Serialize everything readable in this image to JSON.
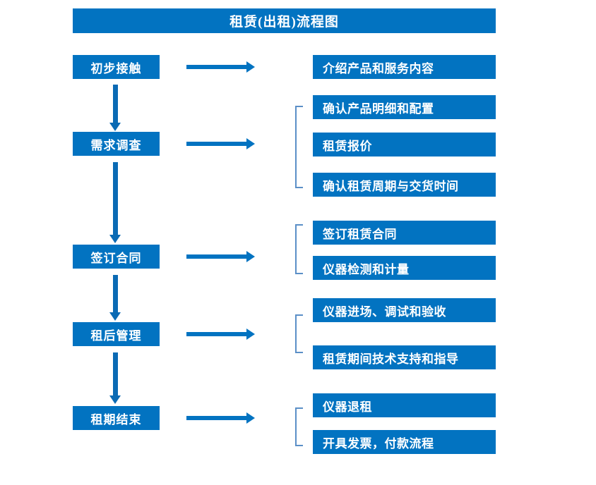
{
  "diagram": {
    "title": "租赁(出租)流程图",
    "accent_color": "#0273c1",
    "arrow_color": "#0a6ab4",
    "bracket_color": "#5b8fc7",
    "stages": [
      {
        "label": "初步接触"
      },
      {
        "label": "需求调查"
      },
      {
        "label": "签订合同"
      },
      {
        "label": "租后管理"
      },
      {
        "label": "租期结束"
      }
    ],
    "details": [
      {
        "label": "介绍产品和服务内容"
      },
      {
        "label": "确认产品明细和配置"
      },
      {
        "label": "租赁报价"
      },
      {
        "label": "确认租赁周期与交货时间"
      },
      {
        "label": "签订租赁合同"
      },
      {
        "label": "仪器检测和计量"
      },
      {
        "label": "仪器进场、调试和验收"
      },
      {
        "label": "租赁期间技术支持和指导"
      },
      {
        "label": "仪器退租"
      },
      {
        "label": "开具发票，付款流程"
      }
    ]
  }
}
